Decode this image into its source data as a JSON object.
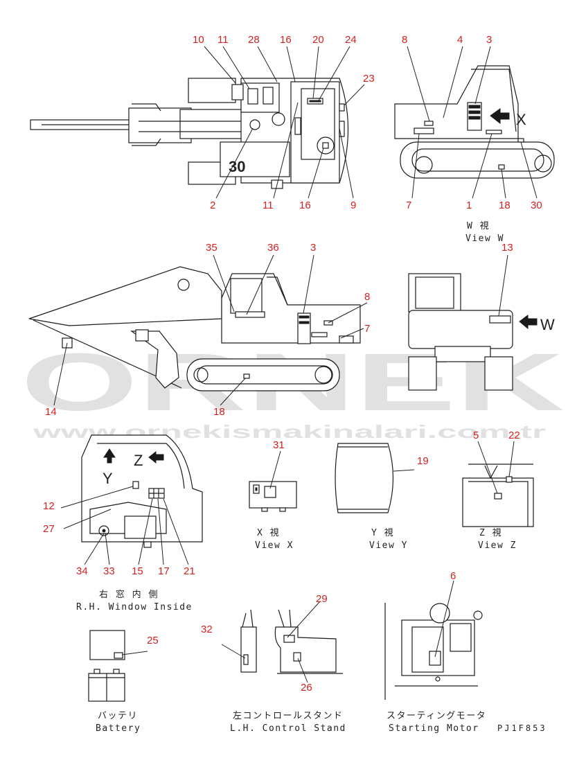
{
  "watermark": {
    "brand": "ORNEK",
    "url": "www.ornekismakinalari.com.tr"
  },
  "drawing_code": "PJ1F853",
  "views": {
    "top_view": {
      "callouts": [
        "10",
        "11",
        "28",
        "16",
        "20",
        "24",
        "23",
        "2",
        "11",
        "16",
        "9"
      ]
    },
    "view_w": {
      "letter": "X",
      "caption_jp": "W  視",
      "caption_en": "View W",
      "callouts": [
        "8",
        "4",
        "3",
        "7",
        "1",
        "18",
        "30"
      ]
    },
    "side_view": {
      "callouts": [
        "35",
        "36",
        "3",
        "8",
        "7",
        "14",
        "18"
      ]
    },
    "rear_view": {
      "letter": "W",
      "callouts": [
        "13"
      ]
    },
    "window": {
      "letter_y": "Y",
      "letter_z": "Z",
      "caption_jp": "右 窓 内 側",
      "caption_en": "R.H. Window Inside",
      "callouts": [
        "12",
        "27",
        "34",
        "33",
        "15",
        "17",
        "21"
      ]
    },
    "view_x": {
      "caption_jp": "X  視",
      "caption_en": "View X",
      "callouts": [
        "31"
      ]
    },
    "view_y": {
      "caption_jp": "Y  視",
      "caption_en": "View Y",
      "callouts": [
        "19"
      ]
    },
    "view_z": {
      "caption_jp": "Z  視",
      "caption_en": "View Z",
      "callouts": [
        "5",
        "22"
      ]
    },
    "battery": {
      "caption_jp": "バッテリ",
      "caption_en": "Battery",
      "callouts": [
        "25"
      ]
    },
    "control_stand": {
      "caption_jp": "左コントロールスタンド",
      "caption_en": "L.H. Control Stand",
      "callouts": [
        "32",
        "29",
        "26"
      ]
    },
    "starting_motor": {
      "caption_jp": "スターティングモータ",
      "caption_en": "Starting Motor",
      "callouts": [
        "6"
      ]
    }
  }
}
